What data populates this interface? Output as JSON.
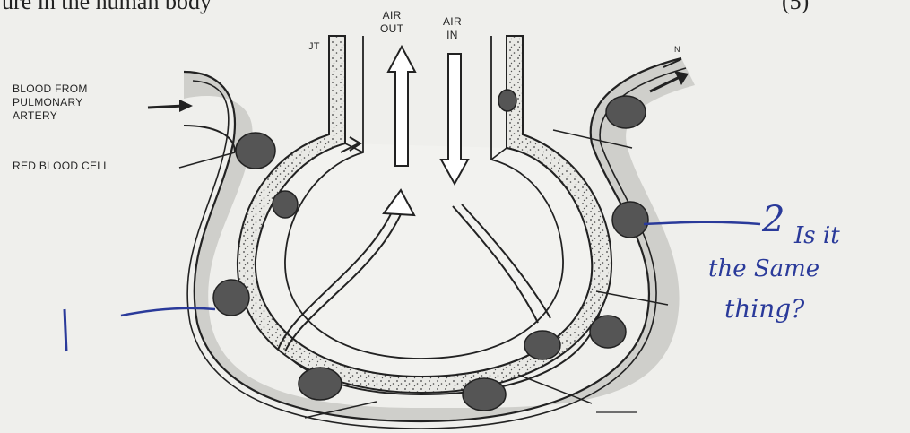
{
  "header": {
    "text_top_left": "ure in the human body",
    "marks": "(5)"
  },
  "labels": {
    "air_out": "AIR\nOUT",
    "air_in": "AIR\nIN",
    "blood_from_pulmonary_artery": "BLOOD FROM\nPULMONARY\nARTERY",
    "red_blood_cell": "RED BLOOD CELL",
    "cut_left": "JT",
    "cut_right": "N"
  },
  "annotations": {
    "number_1": "1",
    "number_2": "2",
    "question_line1": "Is it",
    "question_line2": "the Same",
    "question_line3": "thing?"
  },
  "colors": {
    "ink": "#222222",
    "handwriting": "#2a3a9a",
    "paper": "#efefec",
    "vessel_fill": "#cfcfcb",
    "cell_fill": "#555555"
  }
}
